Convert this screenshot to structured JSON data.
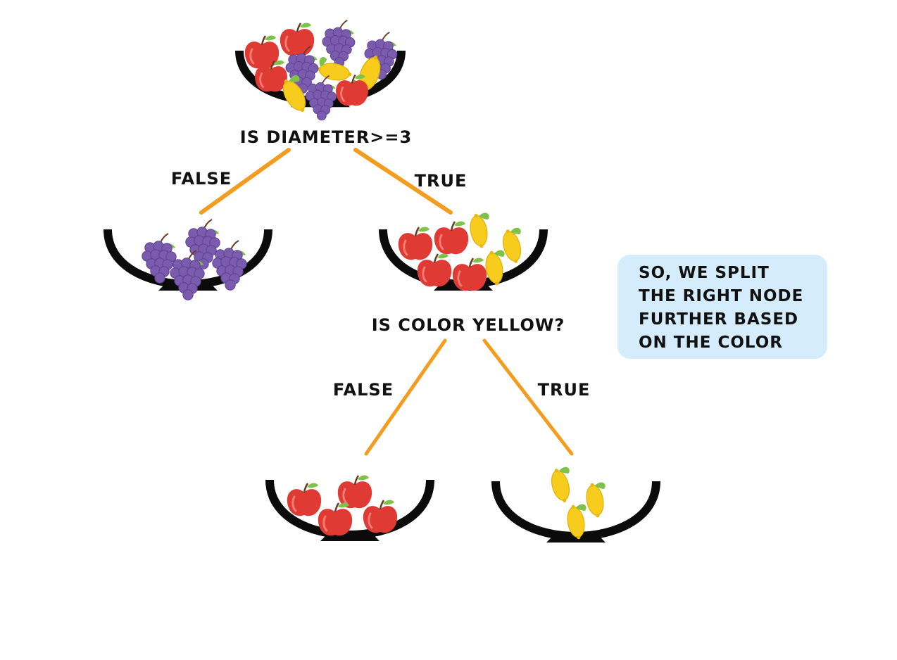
{
  "colors": {
    "edge": "#F39C1F",
    "bowl": "#0b0b0b",
    "apple": "#E03A35",
    "grape": "#7B5BAE",
    "lemon": "#F7CC1D",
    "leaf": "#7FC24A",
    "note_bg": "#D4ECFB"
  },
  "questions": {
    "root": "IS DIAMETER>=3",
    "right": "IS COLOR YELLOW?"
  },
  "edges": {
    "root_false": "FALSE",
    "root_true": "TRUE",
    "right_false": "FALSE",
    "right_true": "TRUE"
  },
  "note": {
    "lines": [
      "SO, WE SPLIT",
      "THE RIGHT NODE",
      "FURTHER BASED",
      "ON THE COLOR"
    ]
  },
  "bowls": {
    "root": {
      "contents": [
        "apple",
        "grape",
        "lemon"
      ]
    },
    "left": {
      "contents": [
        "grape"
      ]
    },
    "right": {
      "contents": [
        "apple",
        "lemon"
      ]
    },
    "right_left": {
      "contents": [
        "apple"
      ]
    },
    "right_right": {
      "contents": [
        "lemon"
      ]
    }
  }
}
